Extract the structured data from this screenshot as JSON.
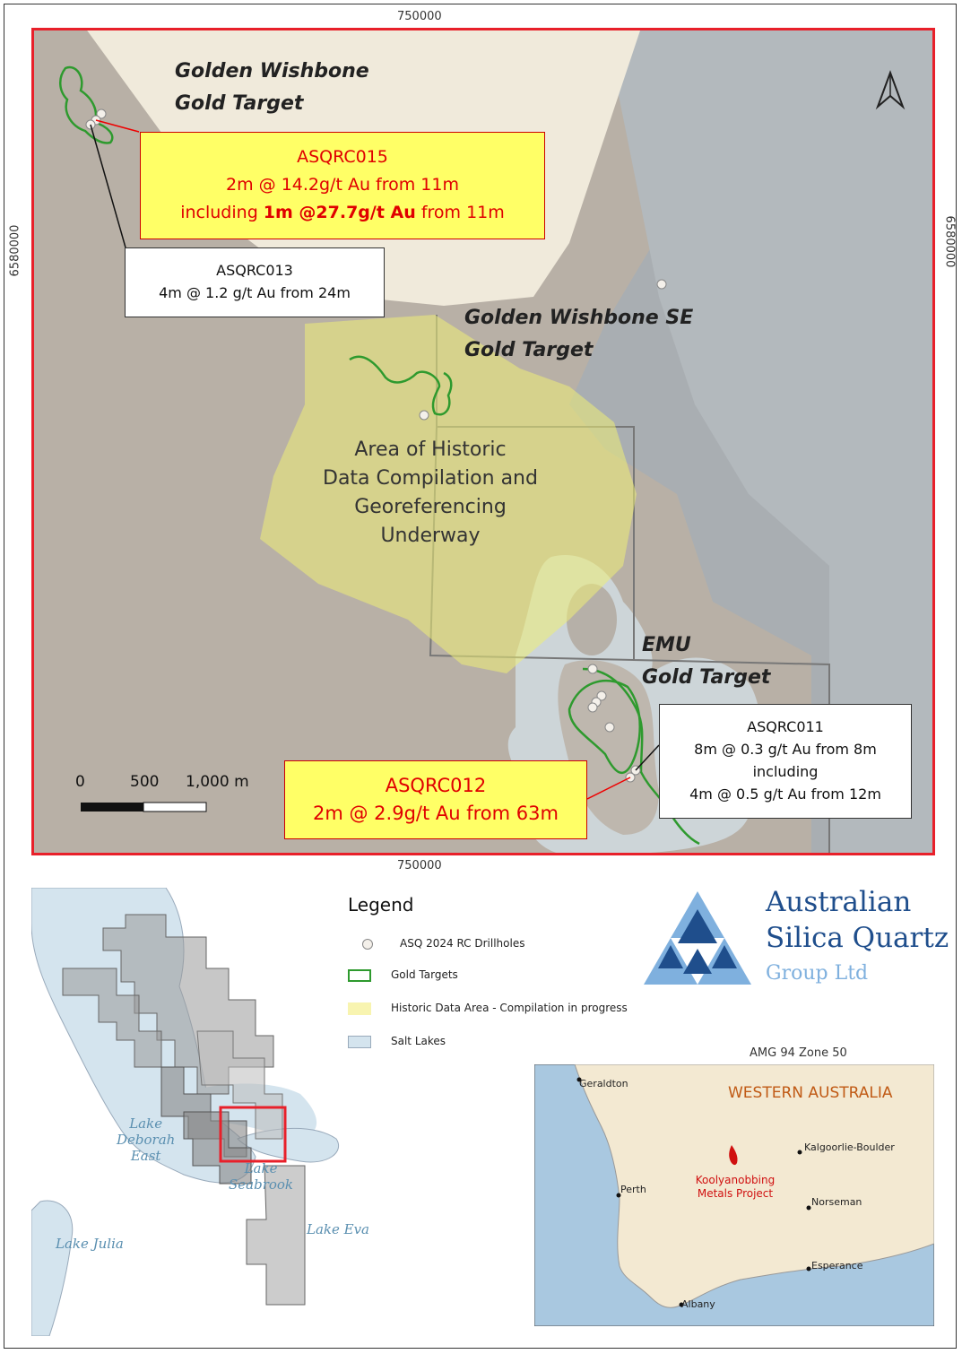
{
  "coords": {
    "top": "750000",
    "bottom": "750000",
    "left": "6580000",
    "right": "6580000"
  },
  "targets": {
    "golden_wishbone": [
      "Golden Wishbone",
      "Gold Target"
    ],
    "golden_wishbone_se": [
      "Golden Wishbone SE",
      "Gold Target"
    ],
    "emu": [
      "EMU",
      "Gold Target"
    ]
  },
  "historic_area": [
    "Area of Historic",
    "Data Compilation and",
    "Georeferencing",
    "Underway"
  ],
  "callouts": {
    "asqrc015": {
      "hole": "ASQRC015",
      "line1": "2m @ 14.2g/t Au from 11m",
      "prefix": "including ",
      "bold": "1m @27.7g/t Au",
      "suffix": " from 11m"
    },
    "asqrc013": {
      "hole": "ASQRC013",
      "line1": "4m @ 1.2 g/t Au from 24m"
    },
    "asqrc012": {
      "hole": "ASQRC012",
      "line1": "2m @ 2.9g/t Au from 63m"
    },
    "asqrc011": {
      "hole": "ASQRC011",
      "line1": "8m @ 0.3 g/t Au from 8m",
      "line2": "including",
      "line3": "4m @ 0.5 g/t Au from 12m"
    }
  },
  "scale": {
    "t0": "0",
    "t1": "500",
    "t2": "1,000 m"
  },
  "legend": {
    "title": "Legend",
    "items": [
      "ASQ 2024 RC Drillholes",
      "Gold Targets",
      "Historic Data Area - Compilation in progress",
      "Salt Lakes"
    ]
  },
  "logo": {
    "line1": "Australian",
    "line2": "Silica Quartz",
    "line3": "Group Ltd"
  },
  "projection": "AMG 94 Zone 50",
  "lakes": [
    "Lake",
    "Deborah",
    "East",
    "Lake",
    "Seabrook",
    "Lake Eva",
    "Lake Julia"
  ],
  "wa": {
    "title": "WESTERN AUSTRALIA",
    "project": [
      "Koolyanobbing",
      "Metals Project"
    ],
    "towns": [
      "Geraldton",
      "Perth",
      "Kalgoorlie-Boulder",
      "Norseman",
      "Esperance",
      "Albany"
    ]
  },
  "colors": {
    "frame_red": "#e8202a",
    "callout_yellow": "#ffff66",
    "gold_target_green": "#2e9a2e",
    "historic_yellow": "#eeee88",
    "salt_lake": "#d4e4ee",
    "logo_dark": "#1f4e8c",
    "logo_light": "#7fb0de",
    "wa_title": "#c05a15",
    "project_red": "#d01010"
  }
}
